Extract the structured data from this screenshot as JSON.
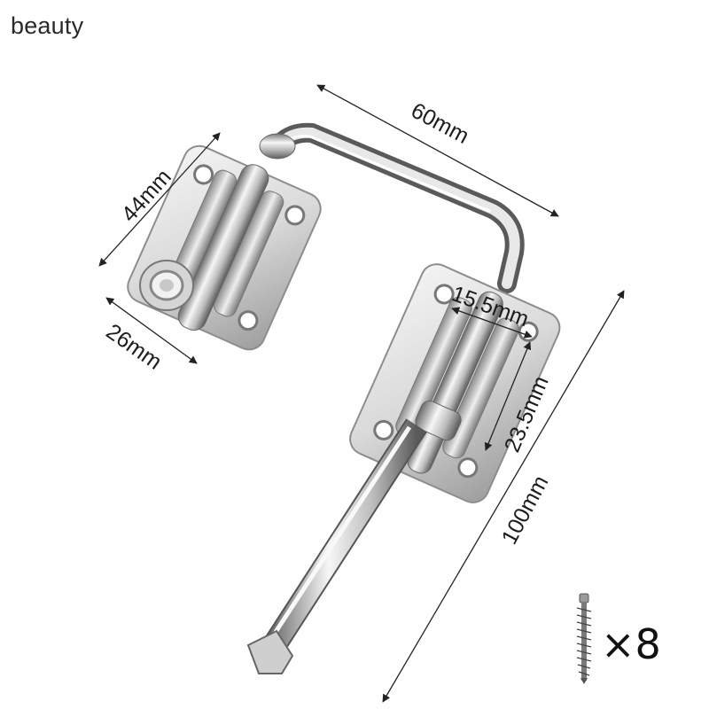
{
  "brand": {
    "label": "beauty"
  },
  "dimensions": {
    "top_width": "60mm",
    "plate_height": "44mm",
    "plate_width": "26mm",
    "bolt_gap": "15.5mm",
    "plate2_height": "23.5mm",
    "total_length": "100mm"
  },
  "accessory": {
    "icon": "screw-icon",
    "quantity": "×8"
  },
  "colors": {
    "metal_light": "#f2f2f2",
    "metal_mid": "#bdbdbd",
    "metal_dark": "#6a6a6a",
    "line": "#222222"
  }
}
